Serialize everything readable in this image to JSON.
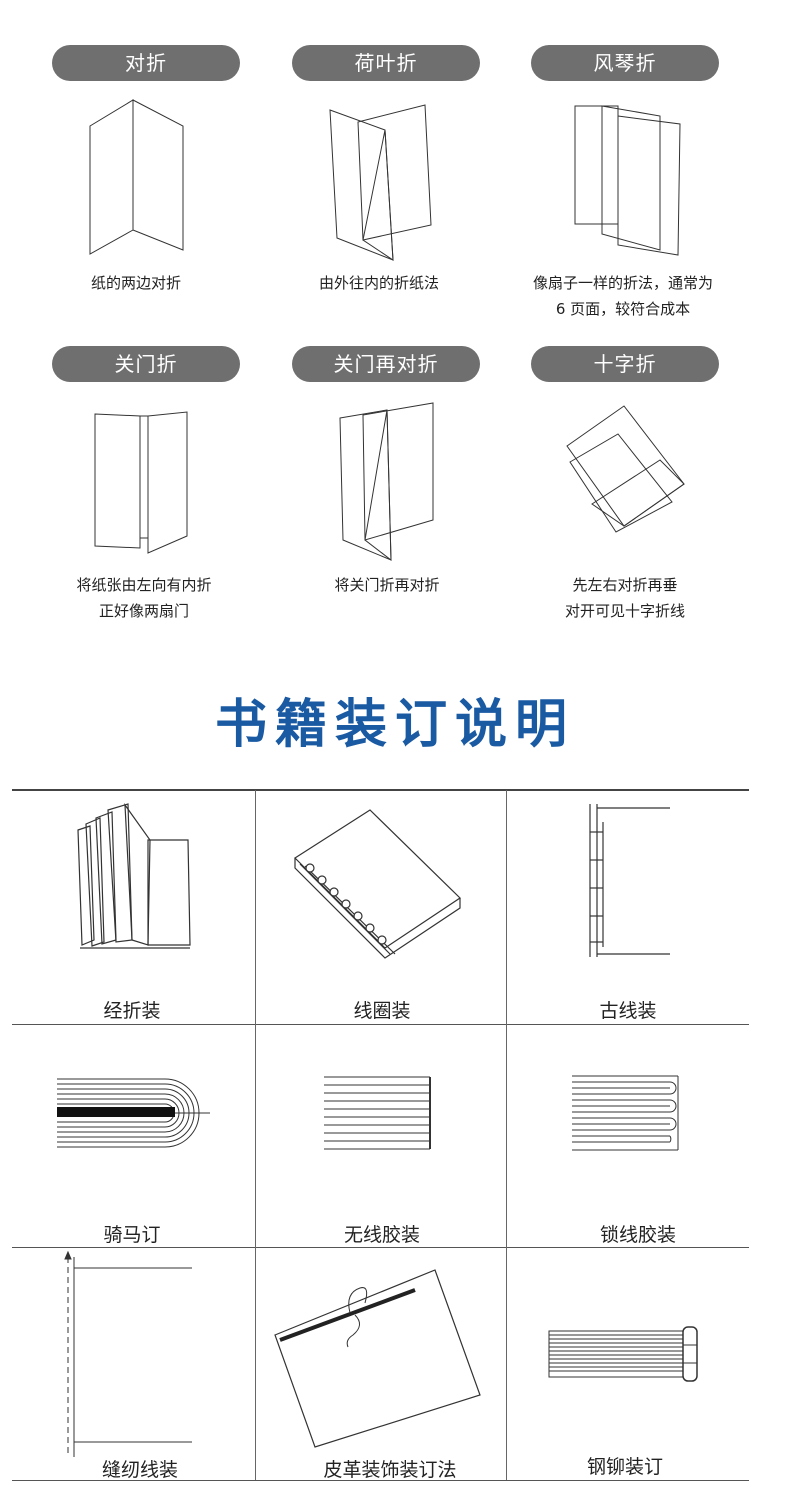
{
  "folds": [
    {
      "title": "对折",
      "caption_lines": [
        "纸的两边对折"
      ]
    },
    {
      "title": "荷叶折",
      "caption_lines": [
        "由外往内的折纸法"
      ]
    },
    {
      "title": "风琴折",
      "caption_lines": [
        "像扇子一样的折法，通常为",
        "6 页面，较符合成本"
      ]
    },
    {
      "title": "关门折",
      "caption_lines": [
        "将纸张由左向有内折",
        "正好像两扇门"
      ]
    },
    {
      "title": "关门再对折",
      "caption_lines": [
        "将关门折再对折"
      ]
    },
    {
      "title": "十字折",
      "caption_lines": [
        "先左右对折再垂",
        "对开可见十字折线"
      ]
    }
  ],
  "section_title": "书籍装订说明",
  "bindings": [
    {
      "label": "经折装"
    },
    {
      "label": "线圈装"
    },
    {
      "label": "古线装"
    },
    {
      "label": "骑马订"
    },
    {
      "label": "无线胶装"
    },
    {
      "label": "锁线胶装"
    },
    {
      "label": "缝纫线装"
    },
    {
      "label": "皮革装饰装订法"
    },
    {
      "label": "钢铆装订"
    }
  ]
}
